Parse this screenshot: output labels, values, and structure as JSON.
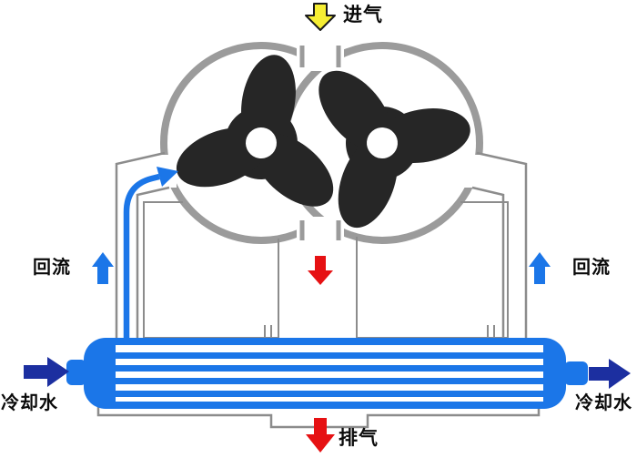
{
  "colors": {
    "casing": "#9b9b9b",
    "frame": "#8c8c8c",
    "rotor": "#262626",
    "blue": "#1b76e8",
    "navy": "#1c2fa0",
    "red": "#e61113",
    "yellow": "#f6ee33",
    "yellow_stroke": "#1a1a1a",
    "text": "#0a0a0a"
  },
  "labels": {
    "intake": "进气",
    "backflow_left": "回流",
    "backflow_right": "回流",
    "cooling_water_in": "冷却水",
    "cooling_water_out": "冷却水",
    "exhaust": "排气"
  }
}
